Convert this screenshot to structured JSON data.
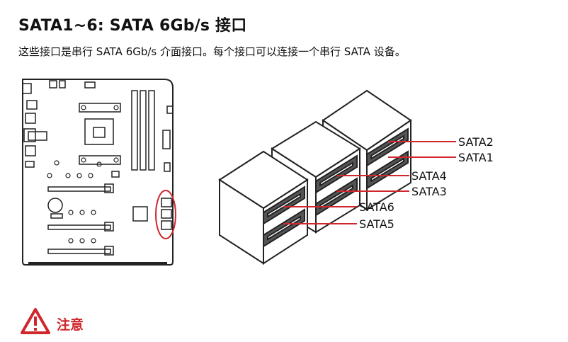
{
  "heading": {
    "title": "SATA1~6: SATA 6Gb/s 接口",
    "description": "这些接口是串行 SATA 6Gb/s 介面接口。每个接口可以连接一个串行 SATA 设备。"
  },
  "diagram": {
    "port_labels": [
      "SATA2",
      "SATA1",
      "SATA4",
      "SATA3",
      "SATA6",
      "SATA5"
    ]
  },
  "note": {
    "label": "注意",
    "icon": "warning-icon"
  },
  "colors": {
    "accent_red": "#d0262d",
    "port_fill": "#555555"
  }
}
